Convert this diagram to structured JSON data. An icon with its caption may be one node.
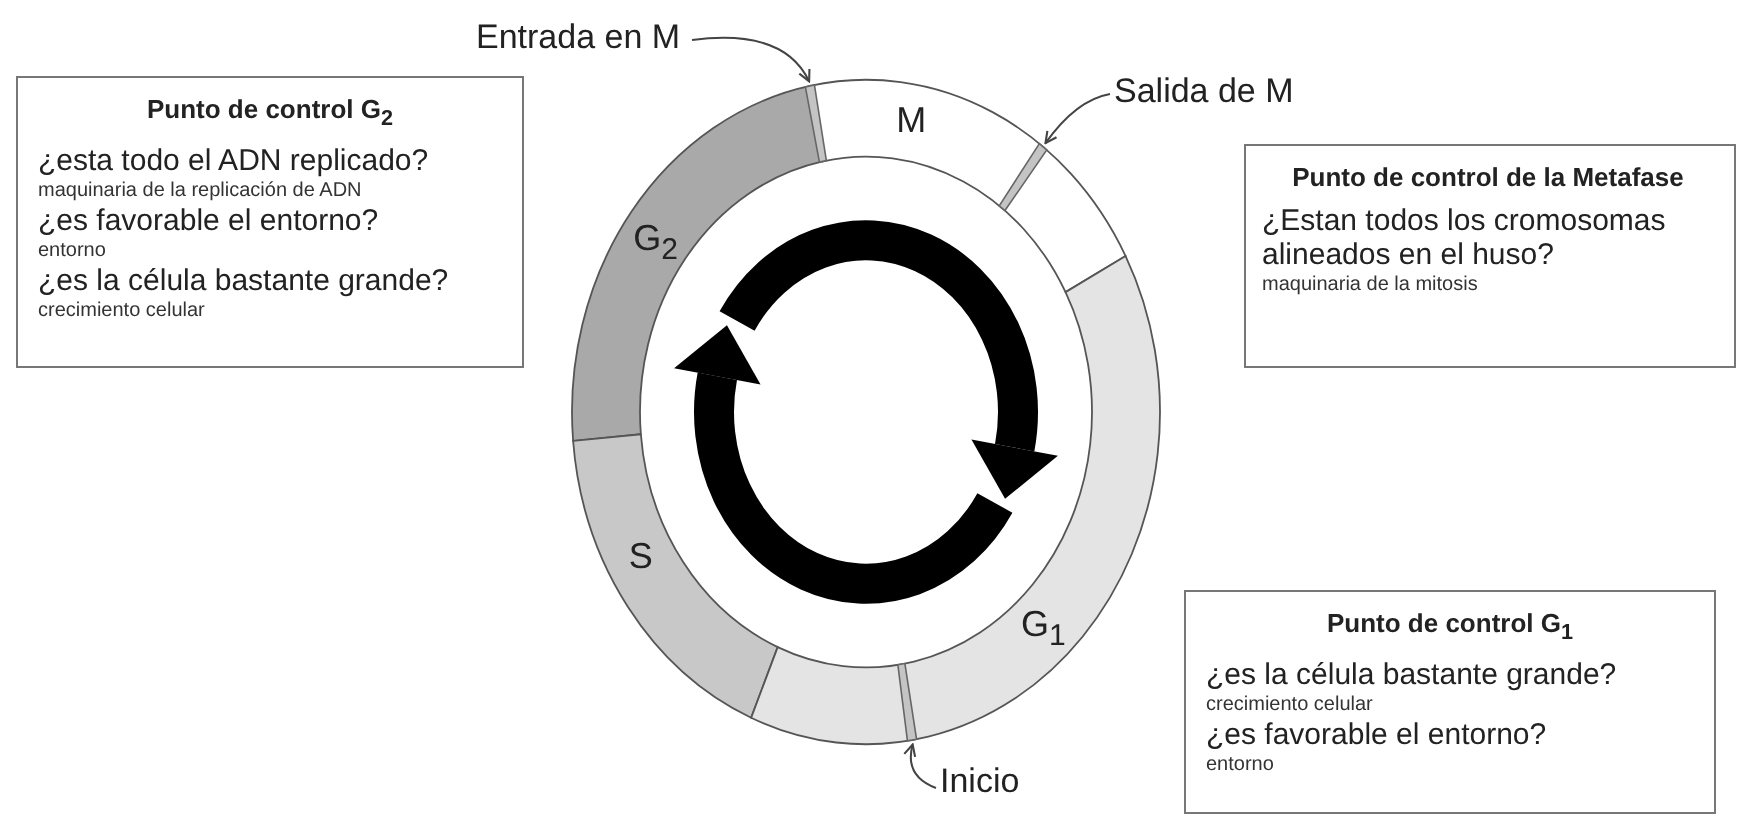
{
  "diagram": {
    "nodes": [
      {
        "text": [
          "Punto de control G$_{2}$",
          "¿esta todo el ADN replicado?",
          "maquinaria de la replicación de ADN",
          "¿es favorable el entorno?",
          "entorno",
          "¿es la célula bastante grande?",
          "crecimiento celular"
        ]
      },
      {
        "text": [
          "Punto de control de la Metafase",
          "¿Estan todos los cromosomas alineados en el huso?",
          "maquinaria de la mitosis"
        ]
      },
      {
        "text": [
          "Punto de control G$_{1}$",
          "¿es la célula bastante grande?",
          "crecimiento celular",
          "¿es favorable el entorno?",
          "entorno"
        ]
      },
      {
        "text": [
          "M"
        ]
      },
      {
        "text": [
          "G$_{2}$"
        ]
      },
      {
        "text": [
          "S"
        ]
      },
      {
        "text": [
          "G$_{1}$"
        ]
      },
      {
        "text": [
          "Entrada en M"
        ]
      },
      {
        "text": [
          "Salida de M"
        ]
      },
      {
        "text": [
          "Inicio"
        ]
      },
      {
        "text": [],
        "shape": "bar"
      },
      {
        "text": [],
        "shape": "bar",
        "in": 3
      },
      {
        "text": [],
        "shape": "bar",
        "in": 6
      }
    ],
    "edges": [
      {
        "from": 7,
        "to": 10,
        "arrow": "to"
      },
      {
        "from": 8,
        "to": 11,
        "arrow": "to"
      },
      {
        "from": 9,
        "to": 12,
        "arrow": "to"
      }
    ]
  }
}
